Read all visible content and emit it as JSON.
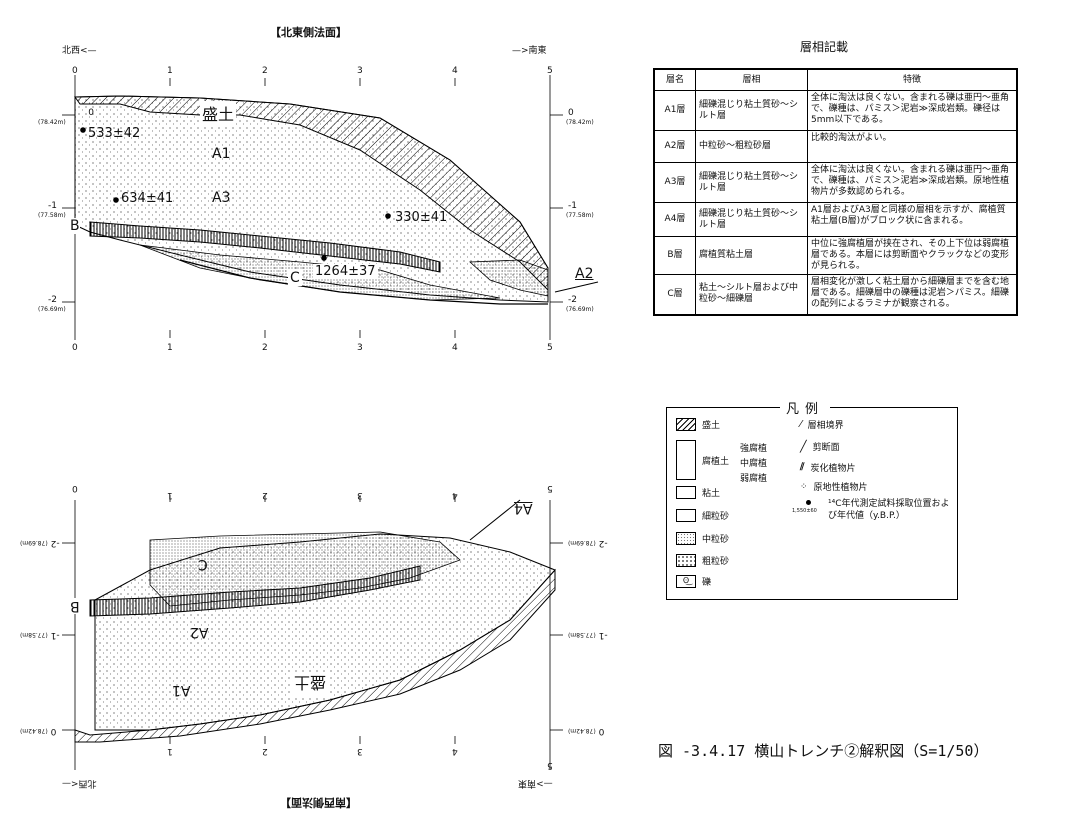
{
  "top_section": {
    "title": "【北東側法面】",
    "dir_left": "北西",
    "dir_right": "南東",
    "x_ticks": [
      "0",
      "1",
      "2",
      "3",
      "4",
      "5"
    ],
    "levels": [
      {
        "num": "0",
        "elev": "(78.42m)"
      },
      {
        "num": "-1",
        "elev": "(77.58m)"
      },
      {
        "num": "-2",
        "elev": "(76.69m)"
      }
    ],
    "layers": {
      "fill": "盛土",
      "a1": "A1",
      "a3": "A3",
      "b": "B",
      "c": "C",
      "a2": "A2"
    },
    "dates": [
      "533±42",
      "634±41",
      "330±41",
      "1264±37"
    ]
  },
  "bottom_section": {
    "title": "【南西側法面】",
    "dir_left": "北西",
    "dir_right": "南東",
    "x_ticks": [
      "0",
      "1",
      "2",
      "3",
      "4",
      "5"
    ],
    "levels": [
      {
        "num": "-2",
        "elev": "(78.69m)"
      },
      {
        "num": "-1",
        "elev": "(77.58m)"
      },
      {
        "num": "0",
        "elev": "(78.42m)"
      }
    ],
    "layers": {
      "fill": "盛土",
      "a1": "A1",
      "a2": "A2",
      "b": "B",
      "c": "C",
      "a4": "A4"
    }
  },
  "facies_table": {
    "title": "層相記載",
    "headers": [
      "層名",
      "層相",
      "特徴"
    ],
    "rows": [
      {
        "name": "A1層",
        "facies": "細礫混じり粘土質砂～シルト層",
        "feature": "全体に淘汰は良くない。含まれる礫は亜円～亜角で、礫種は、パミス＞泥岩≫深成岩類。礫径は5mm以下である。"
      },
      {
        "name": "A2層",
        "facies": "中粒砂～粗粒砂層",
        "feature": "比較的淘汰がよい。"
      },
      {
        "name": "A3層",
        "facies": "細礫混じり粘土質砂～シルト層",
        "feature": "全体に淘汰は良くない。含まれる礫は亜円～亜角で、礫種は、パミス＞泥岩≫深成岩類。原地性植物片が多数認められる。"
      },
      {
        "name": "A4層",
        "facies": "細礫混じり粘土質砂～シルト層",
        "feature": "A1層およびA3層と同様の層相を示すが、腐植質粘土層(B層)がブロック状に含まれる。"
      },
      {
        "name": "B層",
        "facies": "腐植質粘土層",
        "feature": "中位に強腐植層が挟在され、その上下位は弱腐植層である。本層には剪断面やクラックなどの変形が見られる。"
      },
      {
        "name": "C層",
        "facies": "粘土～シルト層および中粒砂～細礫層",
        "feature": "層相変化が激しく粘土層から細礫層までを含む地層である。細礫層中の礫種は泥岩＞パミス。細礫の配列によるラミナが観察される。"
      }
    ]
  },
  "legend": {
    "title": "凡例",
    "humus_strong": "強腐植",
    "humus_mid": "中腐植",
    "humus_weak": "弱腐植",
    "humus_label": "腐植土",
    "items": {
      "fill": "盛土",
      "clay": "粘土",
      "fine_sand": "細粒砂",
      "medium_sand": "中粒砂",
      "coarse_sand": "粗粒砂",
      "gravel": "礫",
      "boundary": "層相境界",
      "shear": "剪断面",
      "charcoal": "炭化植物片",
      "plant": "原地性植物片",
      "sample_value": "1,550±60",
      "c14": "¹⁴C年代測定試料採取位置および年代値（y.B.P.）"
    }
  },
  "caption": "図 -3.4.17 横山トレンチ②解釈図（S=1/50）"
}
